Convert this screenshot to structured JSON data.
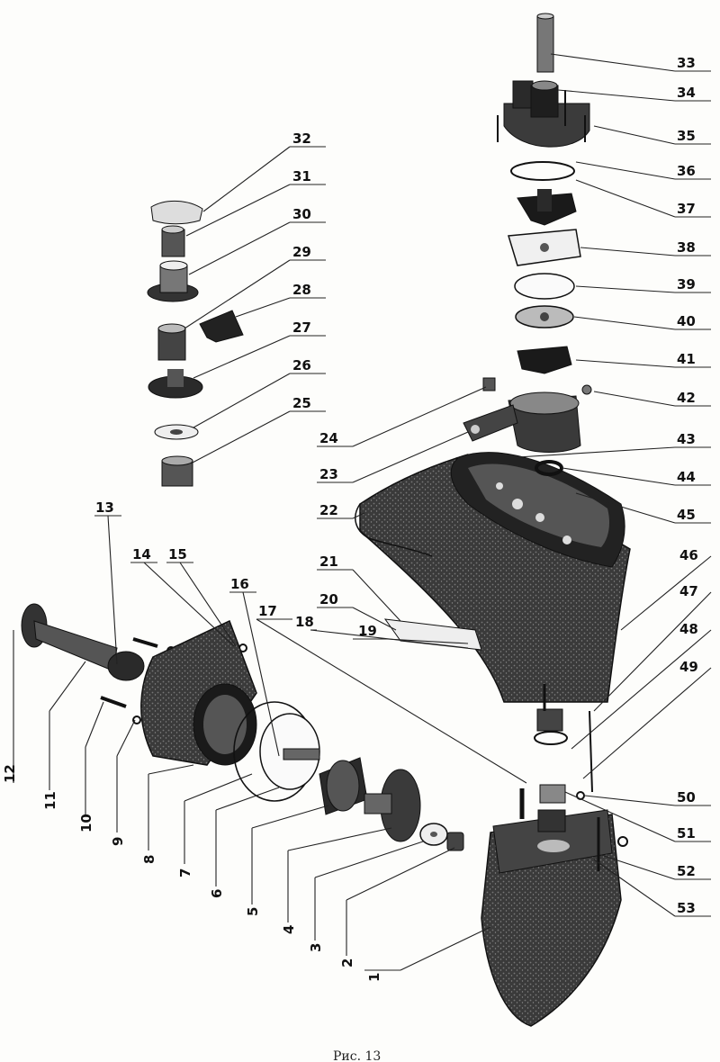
{
  "caption": "Рис. 13",
  "labels": [
    "1",
    "2",
    "3",
    "4",
    "5",
    "6",
    "7",
    "8",
    "9",
    "10",
    "11",
    "12",
    "13",
    "14",
    "15",
    "16",
    "17",
    "18",
    "19",
    "20",
    "21",
    "22",
    "23",
    "24",
    "25",
    "26",
    "27",
    "28",
    "29",
    "30",
    "31",
    "32",
    "33",
    "34",
    "35",
    "36",
    "37",
    "38",
    "39",
    "40",
    "41",
    "42",
    "43",
    "44",
    "45",
    "46",
    "47",
    "48",
    "49",
    "50",
    "51",
    "52",
    "53"
  ]
}
